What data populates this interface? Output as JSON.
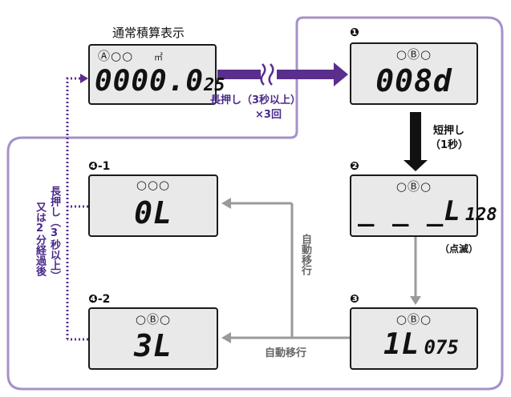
{
  "title": "通常積算表示",
  "colors": {
    "purple": "#5a2e8c",
    "lavender": "#a691c9",
    "gray": "#9a9a9a",
    "black": "#1a1a1a",
    "lcd_bg": "#e9e9e9"
  },
  "normal_display": {
    "indicators": "Ⓐ○○",
    "unit": "㎥",
    "value": "0000.0",
    "value_small": "25"
  },
  "step1": {
    "marker": "❶",
    "indicators": "○Ⓑ○",
    "value": "008d"
  },
  "step2": {
    "marker": "❷",
    "indicators": "○Ⓑ○",
    "value": "_ _ _L",
    "value_small": "128",
    "note": "（点滅）"
  },
  "step3": {
    "marker": "❸",
    "indicators": "○Ⓑ○",
    "value": "1L",
    "value_small": "075"
  },
  "step4_1": {
    "marker": "❹-1",
    "indicators": "○○○",
    "value": "0L"
  },
  "step4_2": {
    "marker": "❹-2",
    "indicators": "○Ⓑ○",
    "value": "3L"
  },
  "labels": {
    "long_press_3x_line1": "長押し（3秒以上）",
    "long_press_3x_line2": "×3回",
    "short_press_line1": "短押し",
    "short_press_line2": "（1秒）",
    "auto_transition_vertical": "自動移行",
    "auto_transition_horizontal": "自動移行",
    "return_col1": "長押し（3秒以上）",
    "return_col2": "又は2分経過後"
  }
}
